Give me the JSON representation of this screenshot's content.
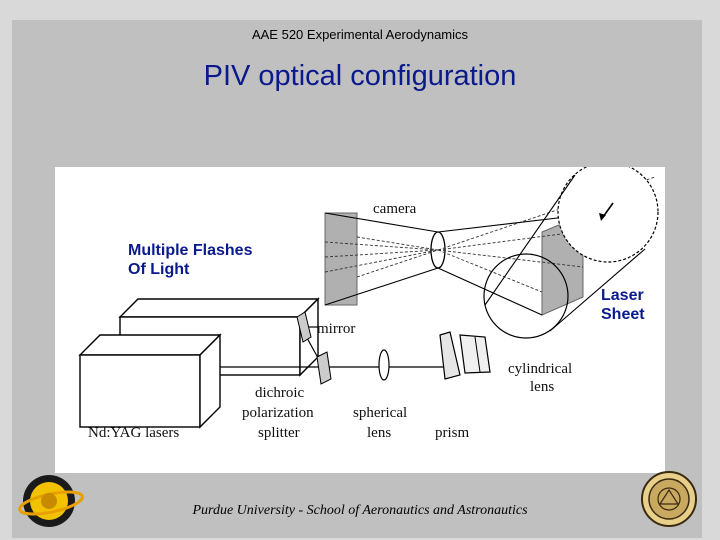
{
  "header": {
    "course": "AAE 520 Experimental Aerodynamics"
  },
  "title": "PIV optical configuration",
  "callouts": {
    "flashes_line1": "Multiple Flashes",
    "flashes_line2": "Of Light",
    "laser_line1": "Laser",
    "laser_line2": "Sheet"
  },
  "diagram": {
    "camera": "camera",
    "mirror": "mirror",
    "cylindrical_line1": "cylindrical",
    "cylindrical_line2": "lens",
    "dichroic_line1": "dichroic",
    "dichroic_line2": "polarization",
    "dichroic_line3": "splitter",
    "spherical_line1": "spherical",
    "spherical_line2": "lens",
    "prism": "prism",
    "lasers": "Nd:YAG  lasers"
  },
  "footer": "Purdue University - School of Aeronautics and Astronautics",
  "colors": {
    "title": "#0a1a8c",
    "slide": "#c0c0c0",
    "figure_bg": "#ffffff"
  }
}
